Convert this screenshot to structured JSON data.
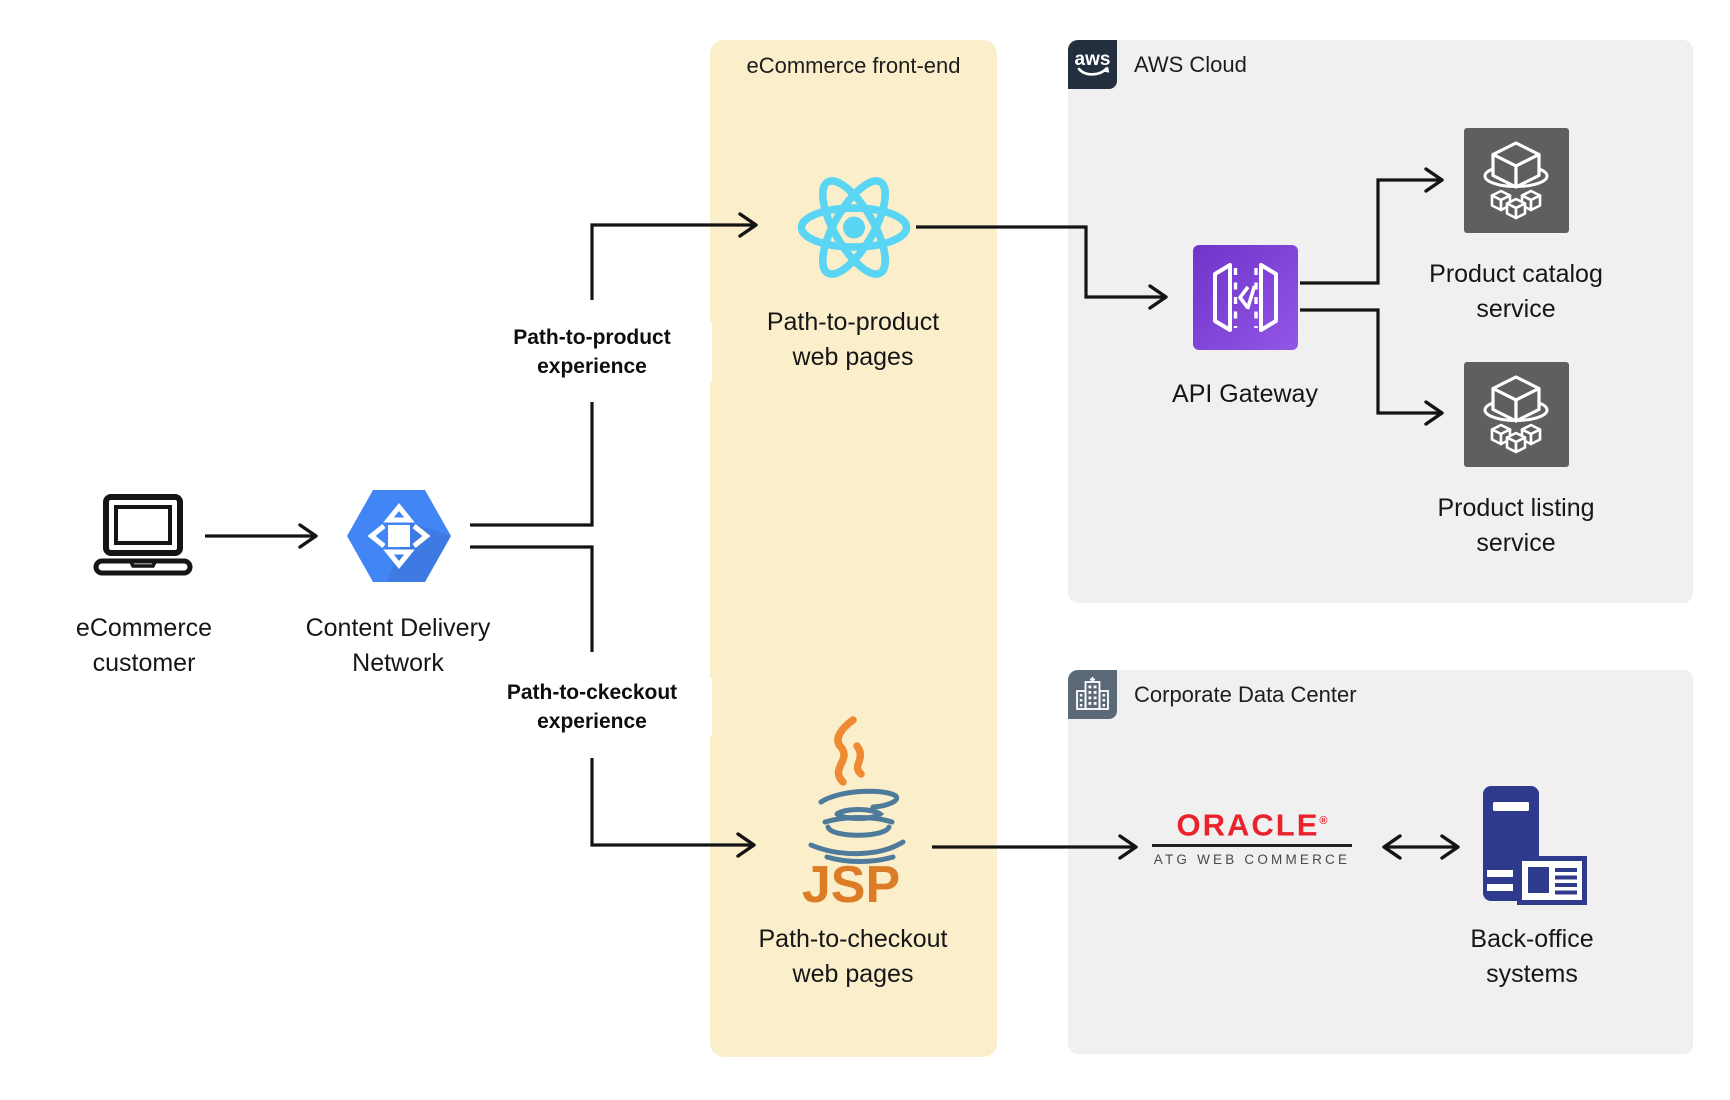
{
  "panels": {
    "frontend": {
      "title": "eCommerce front-end"
    },
    "aws": {
      "title": "AWS Cloud",
      "logo_text": "aws"
    },
    "cdc": {
      "title": "Corporate Data Center"
    }
  },
  "nodes": {
    "customer": {
      "line1": "eCommerce",
      "line2": "customer"
    },
    "cdn": {
      "line1": "Content Delivery",
      "line2": "Network"
    },
    "react": {
      "line1": "Path-to-product",
      "line2": "web pages"
    },
    "jsp": {
      "logo_text": "JSP",
      "line1": "Path-to-checkout",
      "line2": "web pages"
    },
    "api_gateway": {
      "label": "API Gateway"
    },
    "catalog": {
      "line1": "Product catalog",
      "line2": "service"
    },
    "listing": {
      "line1": "Product listing",
      "line2": "service"
    },
    "oracle": {
      "brand": "ORACLE",
      "reg": "®",
      "sub": "ATG WEB COMMERCE"
    },
    "backoffice": {
      "line1": "Back-office",
      "line2": "systems"
    }
  },
  "edge_labels": {
    "product": {
      "line1": "Path-to-product",
      "line2": "experience"
    },
    "checkout": {
      "line1": "Path-to-ckeckout",
      "line2": "experience"
    }
  },
  "icons": {
    "laptop-icon": "black outline laptop",
    "cdn-hexagon-icon": "blue hexagon with compass arrows",
    "react-logo-icon": "cyan atom rings",
    "aws-logo-icon": "white aws smile on navy square",
    "api-gateway-icon": "white gateway doors and code glyph on purple square",
    "product-service-icon": "white cube with orbit ring and small cubes on gray square",
    "building-icon": "white office building on slate square",
    "java-jsp-logo-icon": "steaming Java cup with orange JSP wordmark",
    "oracle-logo": "red ORACLE wordmark above ATG WEB COMMERCE",
    "backoffice-server-icon": "navy tower server with monitor card"
  },
  "colors": {
    "panel_yellow": "#FBEFCB",
    "panel_gray": "#F0F0F1",
    "aws_navy": "#232F3E",
    "slate_badge": "#5B6977",
    "cdn_blue": "#4285F4",
    "react_cyan": "#5BD5F4",
    "api_purple_dark": "#6F34C9",
    "api_purple_light": "#9257E6",
    "service_gray": "#5F5F5F",
    "oracle_red": "#E9222C",
    "backoffice_navy": "#2E3A8C",
    "java_orange": "#EE8A33",
    "java_blue": "#4E7A9B",
    "line_black": "#141414"
  }
}
